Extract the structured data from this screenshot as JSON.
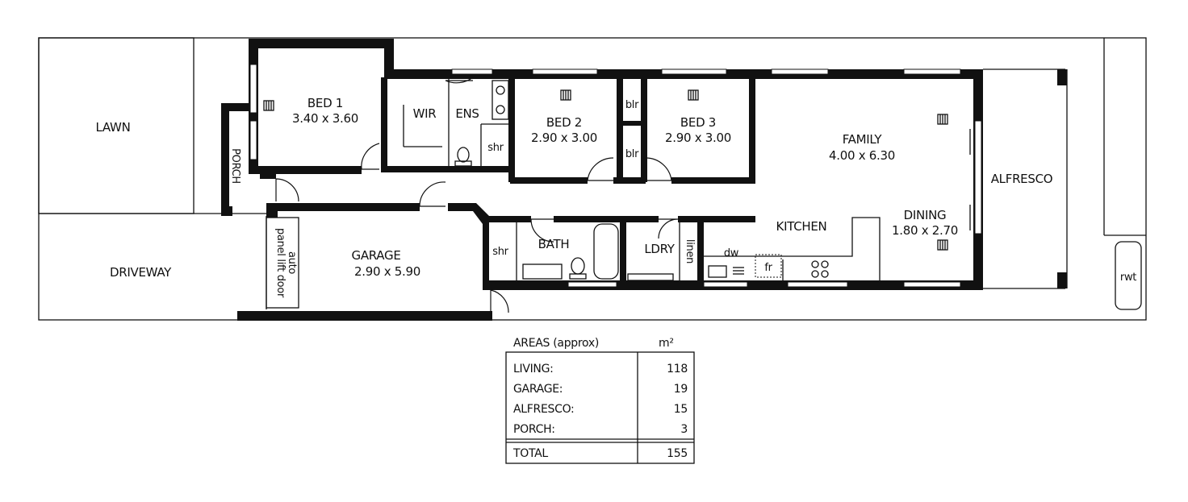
{
  "colors": {
    "ink": "#111111",
    "paper": "#ffffff"
  },
  "rooms": {
    "lawn": "LAWN",
    "driveway": "DRIVEWAY",
    "porch": "PORCH",
    "auto_door_1": "auto",
    "auto_door_2": "panel lift door",
    "bed1": {
      "name": "BED 1",
      "dims": "3.40 x 3.60"
    },
    "wir": "WIR",
    "ens": "ENS",
    "shr_ens": "shr",
    "bed2": {
      "name": "BED 2",
      "dims": "2.90 x 3.00"
    },
    "blr_top": "blr",
    "blr_bottom": "blr",
    "bed3": {
      "name": "BED 3",
      "dims": "2.90 x 3.00"
    },
    "family": {
      "name": "FAMILY",
      "dims": "4.00 x 6.30"
    },
    "kitchen": "KITCHEN",
    "dining": {
      "name": "DINING",
      "dims": "1.80 x 2.70"
    },
    "alfresco": "ALFRESCO",
    "garage": {
      "name": "GARAGE",
      "dims": "2.90 x 5.90"
    },
    "shr_bath": "shr",
    "bath": "BATH",
    "ldry": "LDRY",
    "linen": "linen",
    "dw": "dw",
    "fr": "fr",
    "rwt": "rwt"
  },
  "areas": {
    "title": "AREAS (approx)",
    "unit": "m²",
    "rows": [
      {
        "label": "LIVING:",
        "value": "118"
      },
      {
        "label": "GARAGE:",
        "value": "19"
      },
      {
        "label": "ALFRESCO:",
        "value": "15"
      },
      {
        "label": "PORCH:",
        "value": "3"
      }
    ],
    "total": {
      "label": "TOTAL",
      "value": "155"
    }
  }
}
